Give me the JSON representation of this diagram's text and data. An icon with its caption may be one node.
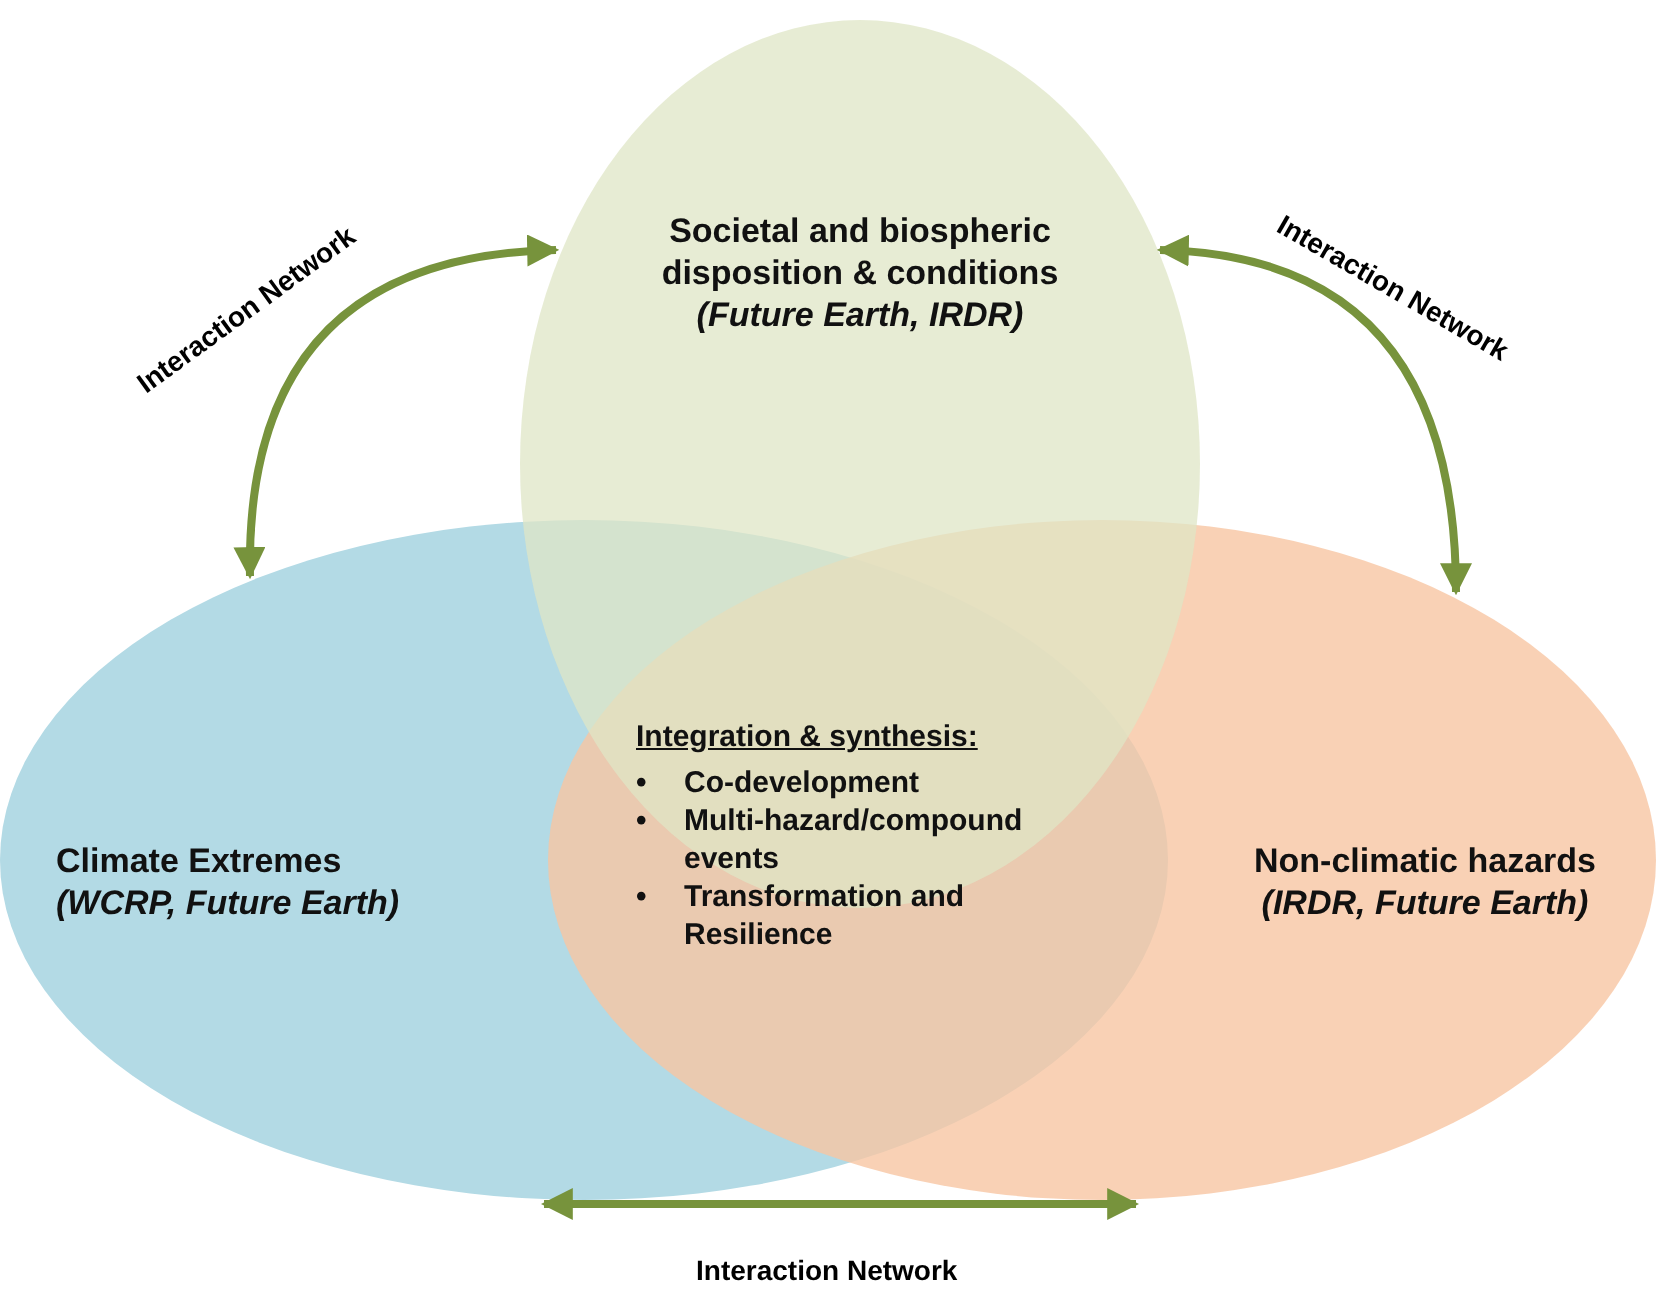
{
  "diagram": {
    "nodes": [
      {
        "text": [
          "Societal and biospheric disposition & conditions",
          "(Future Earth, IRDR)"
        ]
      },
      {
        "text": [
          "Climate Extremes",
          "(WCRP, Future Earth)"
        ]
      },
      {
        "text": [
          "Non-climatic hazards",
          "(IRDR, Future Earth)"
        ]
      }
    ],
    "edges": [
      {
        "from": 1,
        "to": 0,
        "arrow": "both",
        "label": "Interaction Network"
      },
      {
        "from": 0,
        "to": 2,
        "arrow": "both",
        "label": "Interaction Network"
      },
      {
        "from": 1,
        "to": 2,
        "arrow": "both",
        "label": "Interaction Network"
      }
    ],
    "labels": [
      "Integration & synthesis:",
      "•",
      "Co-development",
      "•",
      "Multi-hazard/compound events",
      "•",
      "Transformation and Resilience"
    ]
  }
}
